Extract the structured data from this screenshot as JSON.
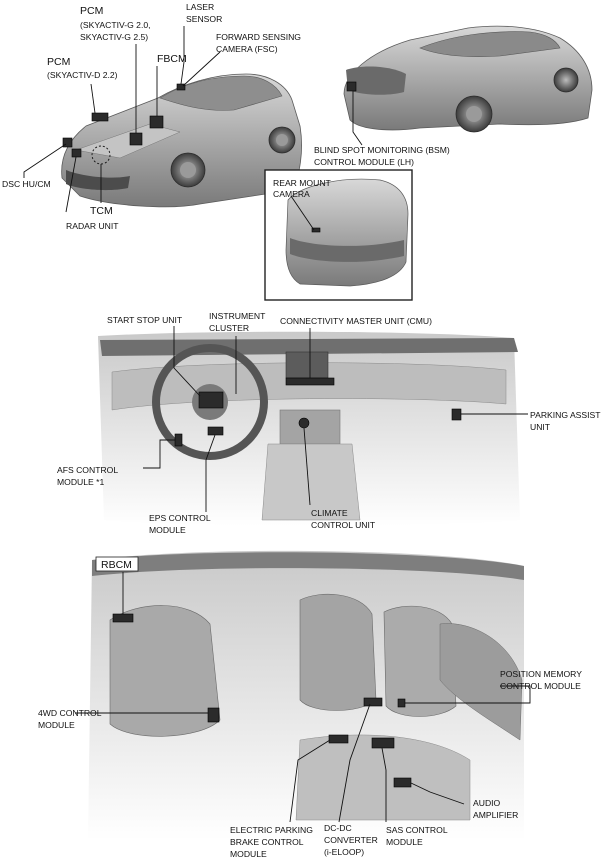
{
  "colors": {
    "label": "#111111",
    "module": "#2b2b2b",
    "frame": "#222222",
    "illustration_light": "#e6e6e6",
    "illustration_dark": "#8a8a8a"
  },
  "exterior_front": {
    "pcm_g": [
      "PCM",
      "(SKYACTIV-G 2.0,",
      "SKYACTIV-G 2.5)"
    ],
    "pcm_d": [
      "PCM",
      "(SKYACTIV-D 2.2)"
    ],
    "fbcm": "FBCM",
    "laser_sensor": [
      "LASER",
      "SENSOR"
    ],
    "fsc": [
      "FORWARD SENSING",
      "CAMERA (FSC)"
    ],
    "dsc": "DSC HU/CM",
    "tcm": "TCM",
    "radar": "RADAR UNIT"
  },
  "exterior_rear": {
    "bsm": [
      "BLIND SPOT MONITORING (BSM)",
      "CONTROL MODULE (LH)"
    ],
    "rear_camera": [
      "REAR MOUNT",
      "CAMERA"
    ]
  },
  "dashboard": {
    "start_stop": "START STOP UNIT",
    "instrument_cluster": [
      "INSTRUMENT",
      "CLUSTER"
    ],
    "cmu": "CONNECTIVITY MASTER UNIT (CMU)",
    "parking_assist": [
      "PARKING ASSIST",
      "UNIT"
    ],
    "afs": [
      "AFS CONTROL",
      "MODULE *1"
    ],
    "eps": [
      "EPS CONTROL",
      "MODULE"
    ],
    "climate": [
      "CLIMATE",
      "CONTROL UNIT"
    ]
  },
  "interior": {
    "rbcm": "RBCM",
    "awd": [
      "4WD CONTROL",
      "MODULE"
    ],
    "position_memory": [
      "POSITION MEMORY",
      "CONTROL MODULE"
    ],
    "audio": [
      "AUDIO",
      "AMPLIFIER"
    ],
    "epb": [
      "ELECTRIC PARKING",
      "BRAKE CONTROL",
      "MODULE"
    ],
    "dcdc": [
      "DC-DC",
      "CONVERTER",
      "(i-ELOOP)"
    ],
    "sas": [
      "SAS CONTROL",
      "MODULE"
    ]
  }
}
